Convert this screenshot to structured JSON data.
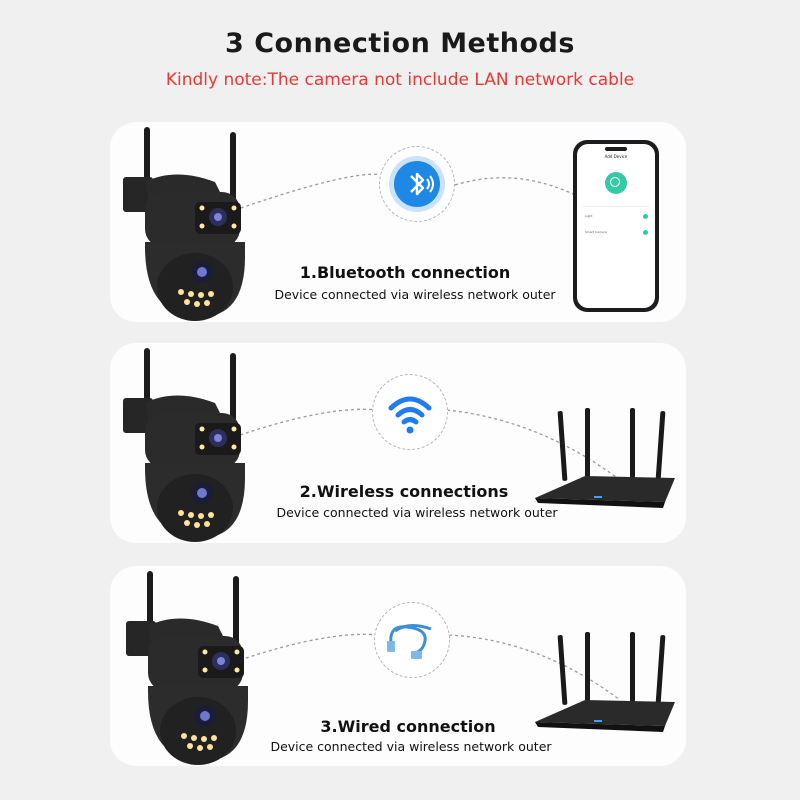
{
  "header": {
    "title": "3 Connection Methods",
    "note": "Kindly note:The camera not include LAN network cable"
  },
  "methods": [
    {
      "title": "1.Bluetooth connection",
      "desc": "Device connected via wireless network outer",
      "icon": "bluetooth-icon",
      "target": "smartphone"
    },
    {
      "title": "2.Wireless connections",
      "desc": "Device connected via wireless network outer",
      "icon": "wifi-icon",
      "target": "router"
    },
    {
      "title": "3.Wired connection",
      "desc": "Device connected via wireless network outer",
      "icon": "network-cable-icon",
      "target": "router"
    }
  ],
  "phone": {
    "screen_title": "Add Device",
    "item1": "Light",
    "item2": "Smart Camera"
  },
  "colors": {
    "title": "#1a1a1a",
    "note": "#e53935",
    "bluetooth": "#1e88e5",
    "wifi": "#1e7cf0",
    "cable": "#3a8fd8"
  }
}
